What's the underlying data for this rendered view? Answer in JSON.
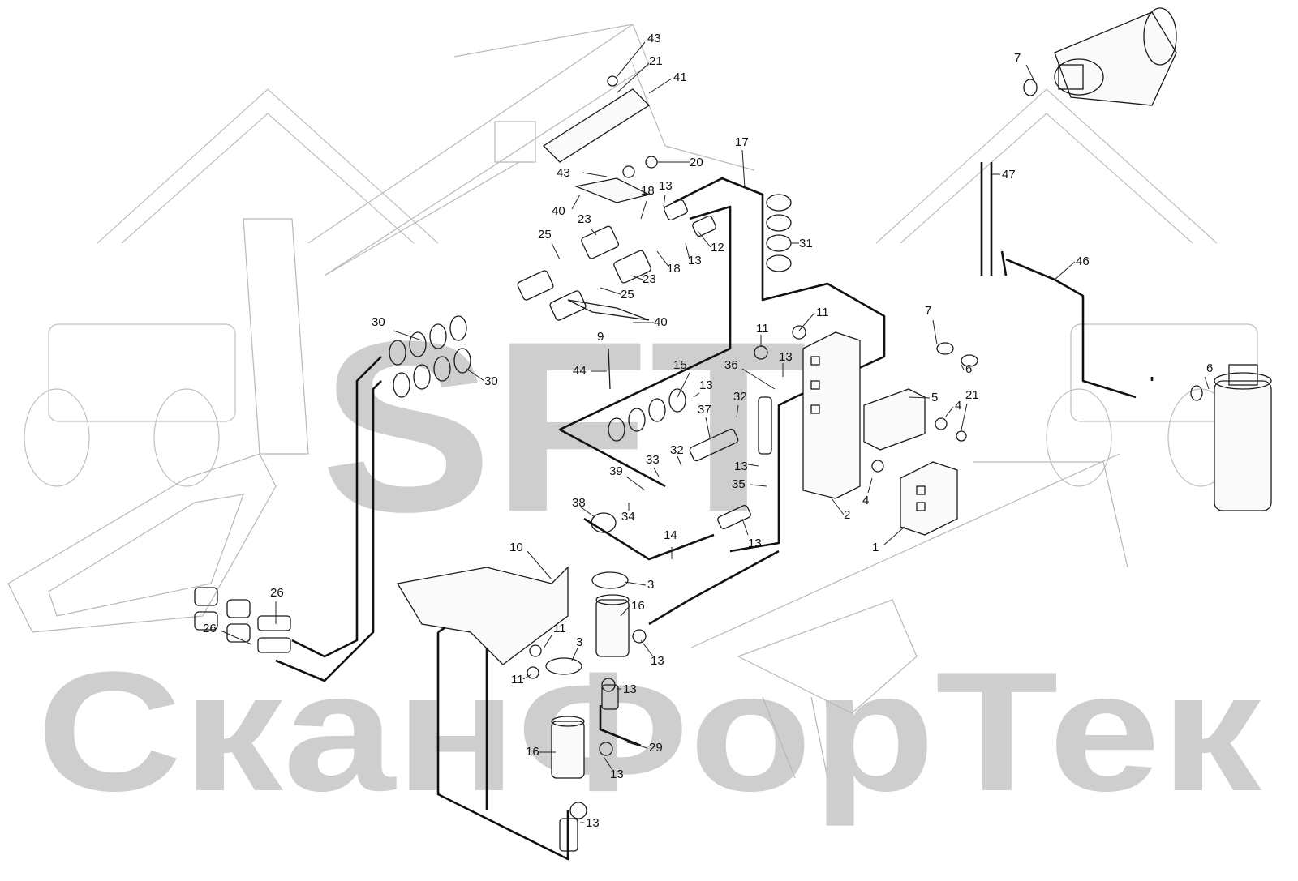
{
  "watermark": {
    "logo_text": "SFT",
    "brand_text": "СканФорТек"
  },
  "callouts": [
    {
      "id": "c43a",
      "label": "43"
    },
    {
      "id": "c21a",
      "label": "21"
    },
    {
      "id": "c41",
      "label": "41"
    },
    {
      "id": "c17",
      "label": "17"
    },
    {
      "id": "c20",
      "label": "20"
    },
    {
      "id": "c43b",
      "label": "43"
    },
    {
      "id": "c18a",
      "label": "18"
    },
    {
      "id": "c13a",
      "label": "13"
    },
    {
      "id": "c40a",
      "label": "40"
    },
    {
      "id": "c23a",
      "label": "23"
    },
    {
      "id": "c25a",
      "label": "25"
    },
    {
      "id": "c12",
      "label": "12"
    },
    {
      "id": "c18b",
      "label": "18"
    },
    {
      "id": "c13b",
      "label": "13"
    },
    {
      "id": "c31",
      "label": "31"
    },
    {
      "id": "c23b",
      "label": "23"
    },
    {
      "id": "c25b",
      "label": "25"
    },
    {
      "id": "c30a",
      "label": "30"
    },
    {
      "id": "c40b",
      "label": "40"
    },
    {
      "id": "c9",
      "label": "9"
    },
    {
      "id": "c11a",
      "label": "11"
    },
    {
      "id": "c11b",
      "label": "11"
    },
    {
      "id": "c13c",
      "label": "13"
    },
    {
      "id": "c36",
      "label": "36"
    },
    {
      "id": "c44",
      "label": "44"
    },
    {
      "id": "c15",
      "label": "15"
    },
    {
      "id": "c13d",
      "label": "13"
    },
    {
      "id": "c30b",
      "label": "30"
    },
    {
      "id": "c5",
      "label": "5"
    },
    {
      "id": "c4a",
      "label": "4"
    },
    {
      "id": "c21b",
      "label": "21"
    },
    {
      "id": "c32a",
      "label": "32"
    },
    {
      "id": "c37",
      "label": "37"
    },
    {
      "id": "c32b",
      "label": "32"
    },
    {
      "id": "c33",
      "label": "33"
    },
    {
      "id": "c39",
      "label": "39"
    },
    {
      "id": "c13e",
      "label": "13"
    },
    {
      "id": "c35",
      "label": "35"
    },
    {
      "id": "c4b",
      "label": "4"
    },
    {
      "id": "c2",
      "label": "2"
    },
    {
      "id": "c38",
      "label": "38"
    },
    {
      "id": "c34",
      "label": "34"
    },
    {
      "id": "c13f",
      "label": "13"
    },
    {
      "id": "c14",
      "label": "14"
    },
    {
      "id": "c1",
      "label": "1"
    },
    {
      "id": "c10",
      "label": "10"
    },
    {
      "id": "c3a",
      "label": "3"
    },
    {
      "id": "c26a",
      "label": "26"
    },
    {
      "id": "c16a",
      "label": "16"
    },
    {
      "id": "c26b",
      "label": "26"
    },
    {
      "id": "c11c",
      "label": "11"
    },
    {
      "id": "c3b",
      "label": "3"
    },
    {
      "id": "c13g",
      "label": "13"
    },
    {
      "id": "c11d",
      "label": "11"
    },
    {
      "id": "c13h",
      "label": "13"
    },
    {
      "id": "c29",
      "label": "29"
    },
    {
      "id": "c16b",
      "label": "16"
    },
    {
      "id": "c13i",
      "label": "13"
    },
    {
      "id": "c13j",
      "label": "13"
    },
    {
      "id": "c7a",
      "label": "7"
    },
    {
      "id": "c47",
      "label": "47"
    },
    {
      "id": "c46",
      "label": "46"
    },
    {
      "id": "c7b",
      "label": "7"
    },
    {
      "id": "c6a",
      "label": "6"
    },
    {
      "id": "c6b",
      "label": "6"
    }
  ]
}
